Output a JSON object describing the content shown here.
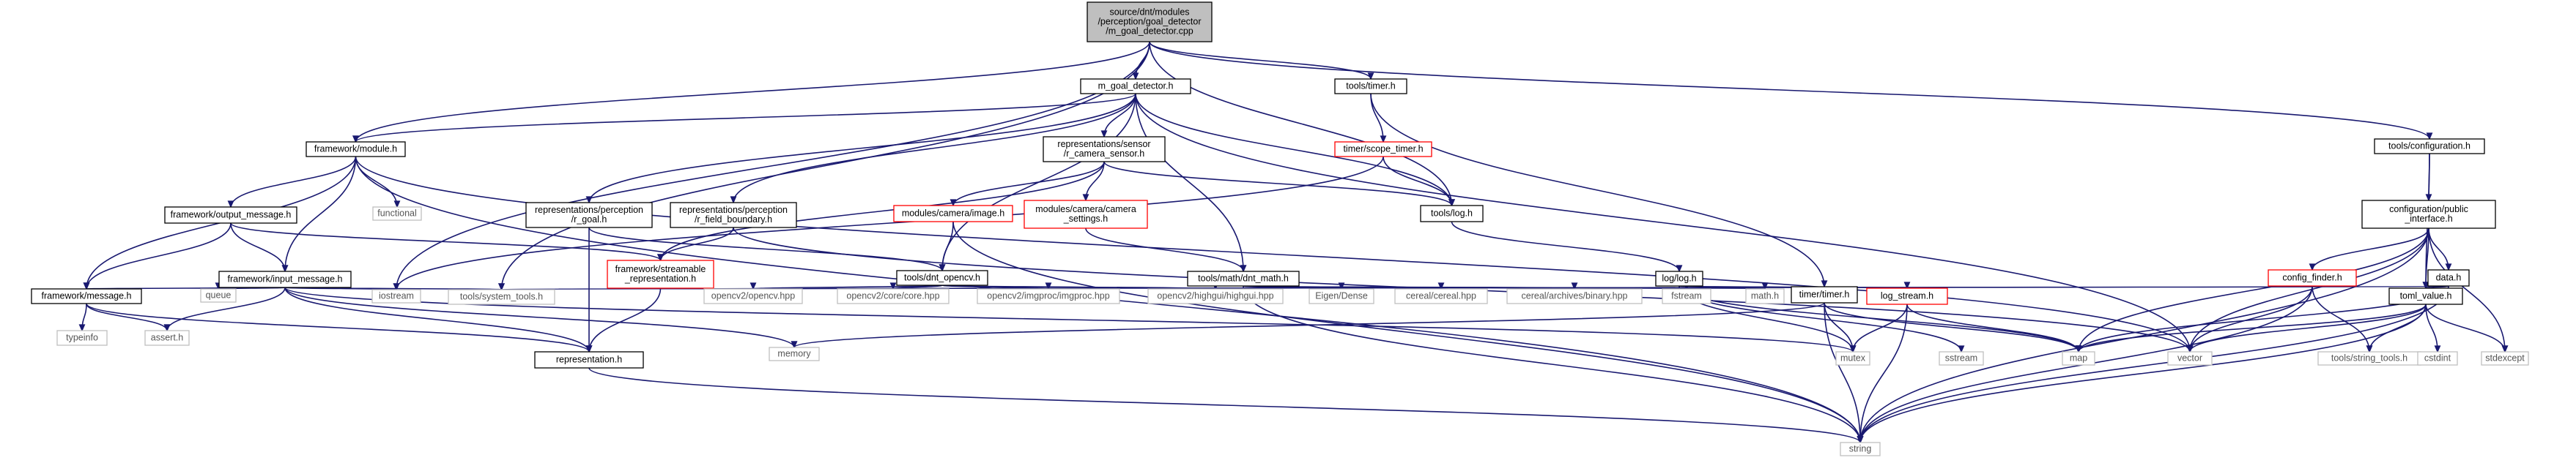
{
  "colors": {
    "edge": "#191970",
    "box_border": "#000000",
    "box_fill": "#ffffff",
    "root_fill": "#bfbfbf",
    "external_border": "#bfbfbf",
    "incomplete_border": "#ff0000"
  },
  "nodes": [
    {
      "id": "root",
      "lines": [
        "source/dnt/modules",
        "/perception/goal_detector",
        "/m_goal_detector.cpp"
      ],
      "kind": "root"
    },
    {
      "id": "m_goal",
      "lines": [
        "m_goal_detector.h"
      ],
      "kind": "internal"
    },
    {
      "id": "timer_h",
      "lines": [
        "tools/timer.h"
      ],
      "kind": "internal"
    },
    {
      "id": "tools_config",
      "lines": [
        "tools/configuration.h"
      ],
      "kind": "internal"
    },
    {
      "id": "module",
      "lines": [
        "framework/module.h"
      ],
      "kind": "internal"
    },
    {
      "id": "rep_camera",
      "lines": [
        "representations/sensor",
        "/r_camera_sensor.h"
      ],
      "kind": "internal"
    },
    {
      "id": "scope_timer",
      "lines": [
        "timer/scope_timer.h"
      ],
      "kind": "incomplete"
    },
    {
      "id": "tools_log",
      "lines": [
        "tools/log.h"
      ],
      "kind": "internal"
    },
    {
      "id": "config_public",
      "lines": [
        "configuration/public",
        "_interface.h"
      ],
      "kind": "internal"
    },
    {
      "id": "rep_goal",
      "lines": [
        "representations/perception",
        "/r_goal.h"
      ],
      "kind": "internal"
    },
    {
      "id": "rep_field",
      "lines": [
        "representations/perception",
        "/r_field_boundary.h"
      ],
      "kind": "internal"
    },
    {
      "id": "cam_image",
      "lines": [
        "modules/camera/image.h"
      ],
      "kind": "incomplete"
    },
    {
      "id": "cam_settings",
      "lines": [
        "modules/camera/camera",
        "_settings.h"
      ],
      "kind": "incomplete"
    },
    {
      "id": "functional",
      "lines": [
        "functional"
      ],
      "kind": "external"
    },
    {
      "id": "output_msg",
      "lines": [
        "framework/output_message.h"
      ],
      "kind": "internal"
    },
    {
      "id": "streamable",
      "lines": [
        "framework/streamable",
        "_representation.h"
      ],
      "kind": "incomplete"
    },
    {
      "id": "dnt_opencv",
      "lines": [
        "tools/dnt_opencv.h"
      ],
      "kind": "internal"
    },
    {
      "id": "dnt_math",
      "lines": [
        "tools/math/dnt_math.h"
      ],
      "kind": "internal"
    },
    {
      "id": "log_log",
      "lines": [
        "log/log.h"
      ],
      "kind": "internal"
    },
    {
      "id": "input_msg",
      "lines": [
        "framework/input_message.h"
      ],
      "kind": "internal"
    },
    {
      "id": "config_finder",
      "lines": [
        "config_finder.h"
      ],
      "kind": "incomplete"
    },
    {
      "id": "data_h",
      "lines": [
        "data.h"
      ],
      "kind": "internal"
    },
    {
      "id": "fw_message",
      "lines": [
        "framework/message.h"
      ],
      "kind": "internal"
    },
    {
      "id": "queue",
      "lines": [
        "queue"
      ],
      "kind": "external"
    },
    {
      "id": "iostream",
      "lines": [
        "iostream"
      ],
      "kind": "external"
    },
    {
      "id": "system_tools",
      "lines": [
        "tools/system_tools.h"
      ],
      "kind": "external"
    },
    {
      "id": "opencv_hpp",
      "lines": [
        "opencv2/opencv.hpp"
      ],
      "kind": "external"
    },
    {
      "id": "core_hpp",
      "lines": [
        "opencv2/core/core.hpp"
      ],
      "kind": "external"
    },
    {
      "id": "imgproc_hpp",
      "lines": [
        "opencv2/imgproc/imgproc.hpp"
      ],
      "kind": "external"
    },
    {
      "id": "highgui_hpp",
      "lines": [
        "opencv2/highgui/highgui.hpp"
      ],
      "kind": "external"
    },
    {
      "id": "eigen",
      "lines": [
        "Eigen/Dense"
      ],
      "kind": "external"
    },
    {
      "id": "cereal",
      "lines": [
        "cereal/cereal.hpp"
      ],
      "kind": "external"
    },
    {
      "id": "binary",
      "lines": [
        "cereal/archives/binary.hpp"
      ],
      "kind": "external"
    },
    {
      "id": "fstream",
      "lines": [
        "fstream"
      ],
      "kind": "external"
    },
    {
      "id": "math_h",
      "lines": [
        "math.h"
      ],
      "kind": "external"
    },
    {
      "id": "timer_timer",
      "lines": [
        "timer/timer.h"
      ],
      "kind": "internal"
    },
    {
      "id": "log_stream",
      "lines": [
        "log_stream.h"
      ],
      "kind": "incomplete"
    },
    {
      "id": "toml_value",
      "lines": [
        "toml_value.h"
      ],
      "kind": "internal"
    },
    {
      "id": "typeinfo",
      "lines": [
        "typeinfo"
      ],
      "kind": "external"
    },
    {
      "id": "assert_h",
      "lines": [
        "assert.h"
      ],
      "kind": "external"
    },
    {
      "id": "memory",
      "lines": [
        "memory"
      ],
      "kind": "external"
    },
    {
      "id": "representation",
      "lines": [
        "representation.h"
      ],
      "kind": "internal"
    },
    {
      "id": "mutex",
      "lines": [
        "mutex"
      ],
      "kind": "external"
    },
    {
      "id": "sstream",
      "lines": [
        "sstream"
      ],
      "kind": "external"
    },
    {
      "id": "map",
      "lines": [
        "map"
      ],
      "kind": "external"
    },
    {
      "id": "vector",
      "lines": [
        "vector"
      ],
      "kind": "external"
    },
    {
      "id": "string_tools",
      "lines": [
        "tools/string_tools.h"
      ],
      "kind": "external"
    },
    {
      "id": "cstdint",
      "lines": [
        "cstdint"
      ],
      "kind": "external"
    },
    {
      "id": "stdexcept",
      "lines": [
        "stdexcept"
      ],
      "kind": "external"
    },
    {
      "id": "string",
      "lines": [
        "string"
      ],
      "kind": "external"
    }
  ],
  "edges": [
    [
      "root",
      "m_goal"
    ],
    [
      "root",
      "timer_h"
    ],
    [
      "root",
      "tools_config"
    ],
    [
      "root",
      "module"
    ],
    [
      "root",
      "iostream"
    ],
    [
      "root",
      "system_tools"
    ],
    [
      "root",
      "tools_log"
    ],
    [
      "m_goal",
      "module"
    ],
    [
      "m_goal",
      "rep_camera"
    ],
    [
      "m_goal",
      "rep_goal"
    ],
    [
      "m_goal",
      "rep_field"
    ],
    [
      "m_goal",
      "tools_log"
    ],
    [
      "m_goal",
      "dnt_opencv"
    ],
    [
      "m_goal",
      "dnt_math"
    ],
    [
      "m_goal",
      "vector"
    ],
    [
      "timer_h",
      "scope_timer"
    ],
    [
      "timer_h",
      "timer_timer"
    ],
    [
      "scope_timer",
      "tools_log"
    ],
    [
      "scope_timer",
      "iostream"
    ],
    [
      "tools_config",
      "config_public"
    ],
    [
      "tools_config",
      "toml_value"
    ],
    [
      "module",
      "functional"
    ],
    [
      "module",
      "output_msg"
    ],
    [
      "module",
      "input_msg"
    ],
    [
      "module",
      "fw_message"
    ],
    [
      "module",
      "vector"
    ],
    [
      "module",
      "string"
    ],
    [
      "rep_camera",
      "cam_image"
    ],
    [
      "rep_camera",
      "cam_settings"
    ],
    [
      "rep_camera",
      "streamable"
    ],
    [
      "rep_camera",
      "tools_log"
    ],
    [
      "rep_goal",
      "representation"
    ],
    [
      "rep_goal",
      "dnt_opencv"
    ],
    [
      "rep_field",
      "streamable"
    ],
    [
      "rep_field",
      "vector"
    ],
    [
      "cam_image",
      "dnt_opencv"
    ],
    [
      "cam_image",
      "string"
    ],
    [
      "cam_settings",
      "dnt_math"
    ],
    [
      "tools_log",
      "log_log"
    ],
    [
      "output_msg",
      "input_msg"
    ],
    [
      "output_msg",
      "fw_message"
    ],
    [
      "output_msg",
      "streamable"
    ],
    [
      "streamable",
      "representation"
    ],
    [
      "dnt_opencv",
      "opencv_hpp"
    ],
    [
      "dnt_opencv",
      "core_hpp"
    ],
    [
      "dnt_opencv",
      "imgproc_hpp"
    ],
    [
      "dnt_opencv",
      "highgui_hpp"
    ],
    [
      "dnt_math",
      "eigen"
    ],
    [
      "dnt_math",
      "cereal"
    ],
    [
      "dnt_math",
      "binary"
    ],
    [
      "dnt_math",
      "fstream"
    ],
    [
      "dnt_math",
      "math_h"
    ],
    [
      "dnt_math",
      "string"
    ],
    [
      "input_msg",
      "fw_message"
    ],
    [
      "input_msg",
      "queue"
    ],
    [
      "input_msg",
      "iostream"
    ],
    [
      "input_msg",
      "system_tools"
    ],
    [
      "input_msg",
      "assert_h"
    ],
    [
      "input_msg",
      "memory"
    ],
    [
      "input_msg",
      "mutex"
    ],
    [
      "input_msg",
      "representation"
    ],
    [
      "fw_message",
      "typeinfo"
    ],
    [
      "fw_message",
      "assert_h"
    ],
    [
      "fw_message",
      "representation"
    ],
    [
      "representation",
      "string"
    ],
    [
      "log_log",
      "log_stream"
    ],
    [
      "log_log",
      "mutex"
    ],
    [
      "log_log",
      "sstream"
    ],
    [
      "log_log",
      "map"
    ],
    [
      "log_stream",
      "mutex"
    ],
    [
      "log_stream",
      "map"
    ],
    [
      "log_stream",
      "string"
    ],
    [
      "timer_timer",
      "mutex"
    ],
    [
      "timer_timer",
      "map"
    ],
    [
      "timer_timer",
      "memory"
    ],
    [
      "timer_timer",
      "string"
    ],
    [
      "config_public",
      "config_finder"
    ],
    [
      "config_public",
      "data_h"
    ],
    [
      "config_public",
      "toml_value"
    ],
    [
      "config_public",
      "map"
    ],
    [
      "config_public",
      "vector"
    ],
    [
      "config_public",
      "stdexcept"
    ],
    [
      "config_public",
      "string"
    ],
    [
      "config_finder",
      "vector"
    ],
    [
      "config_finder",
      "string_tools"
    ],
    [
      "config_finder",
      "string"
    ],
    [
      "data_h",
      "toml_value"
    ],
    [
      "data_h",
      "map"
    ],
    [
      "data_h",
      "system_tools"
    ],
    [
      "data_h",
      "string"
    ],
    [
      "toml_value",
      "map"
    ],
    [
      "toml_value",
      "vector"
    ],
    [
      "toml_value",
      "cstdint"
    ],
    [
      "toml_value",
      "string_tools"
    ],
    [
      "toml_value",
      "stdexcept"
    ],
    [
      "toml_value",
      "string"
    ]
  ]
}
